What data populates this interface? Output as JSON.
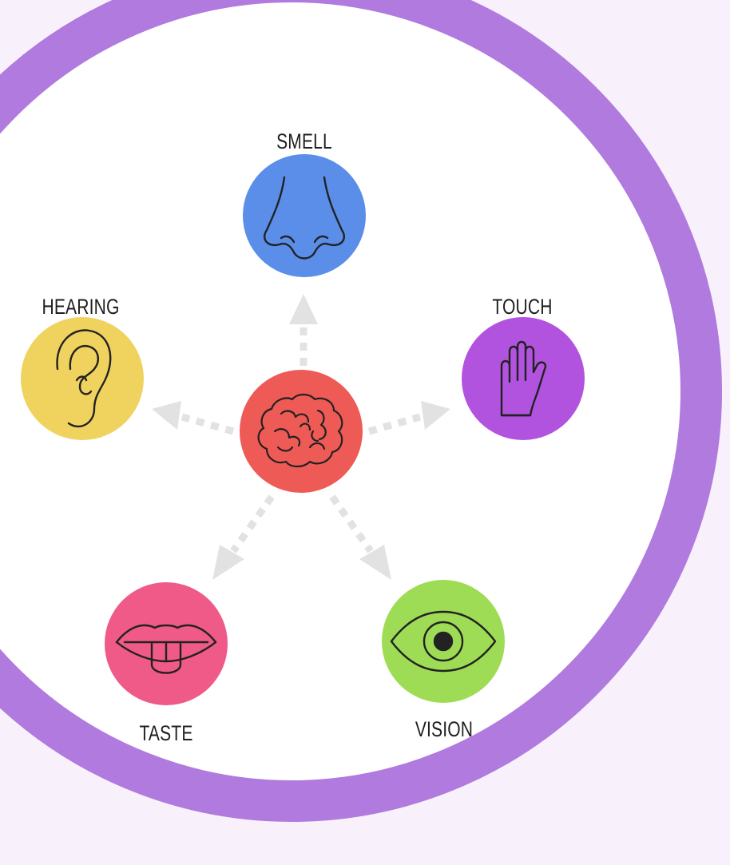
{
  "diagram": {
    "center": {
      "icon": "brain-icon",
      "color": "#ee5a55"
    },
    "senses": [
      {
        "id": "smell",
        "label": "SMELL",
        "icon": "nose-icon",
        "color": "#5a8ee8"
      },
      {
        "id": "hearing",
        "label": "HEARING",
        "icon": "ear-icon",
        "color": "#f0d35e"
      },
      {
        "id": "touch",
        "label": "TOUCH",
        "icon": "hand-icon",
        "color": "#b253df"
      },
      {
        "id": "taste",
        "label": "TASTE",
        "icon": "tongue-icon",
        "color": "#ef5a88"
      },
      {
        "id": "vision",
        "label": "VISION",
        "icon": "eye-icon",
        "color": "#9fdc56"
      }
    ],
    "ring_color": "#b07ade",
    "arrow_color": "#e2e2e2",
    "line_color": "#222222"
  }
}
